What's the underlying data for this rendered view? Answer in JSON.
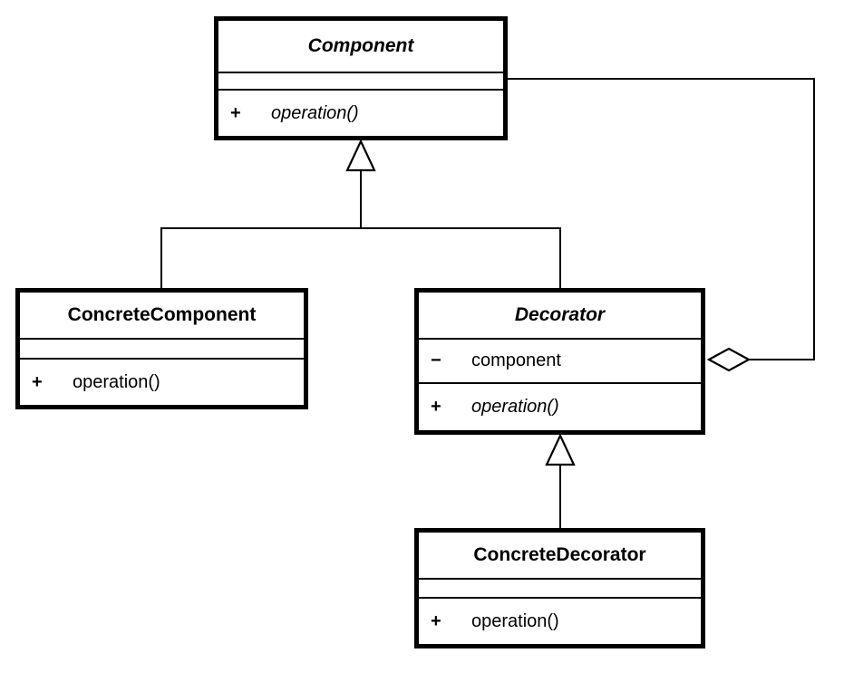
{
  "diagram": {
    "kind": "uml-class-diagram",
    "pattern": "Decorator",
    "background_color": "#ffffff",
    "line_color": "#000000"
  },
  "classes": {
    "component": {
      "name": "Component",
      "abstract": true,
      "operations": [
        {
          "visibility": "+",
          "name": "operation()",
          "italic": true
        }
      ]
    },
    "concreteComponent": {
      "name": "ConcreteComponent",
      "abstract": false,
      "operations": [
        {
          "visibility": "+",
          "name": "operation()",
          "italic": false
        }
      ]
    },
    "decorator": {
      "name": "Decorator",
      "abstract": true,
      "attributes": [
        {
          "visibility": "−",
          "name": "component"
        }
      ],
      "operations": [
        {
          "visibility": "+",
          "name": "operation()",
          "italic": true
        }
      ]
    },
    "concreteDecorator": {
      "name": "ConcreteDecorator",
      "abstract": false,
      "operations": [
        {
          "visibility": "+",
          "name": "operation()",
          "italic": false
        }
      ]
    }
  },
  "relationships": [
    {
      "type": "generalization",
      "from": "ConcreteComponent",
      "to": "Component",
      "arrow": "hollow-triangle"
    },
    {
      "type": "generalization",
      "from": "Decorator",
      "to": "Component",
      "arrow": "hollow-triangle"
    },
    {
      "type": "generalization",
      "from": "ConcreteDecorator",
      "to": "Decorator",
      "arrow": "hollow-triangle"
    },
    {
      "type": "aggregation",
      "from": "Decorator",
      "to": "Component",
      "arrow": "hollow-diamond"
    }
  ]
}
